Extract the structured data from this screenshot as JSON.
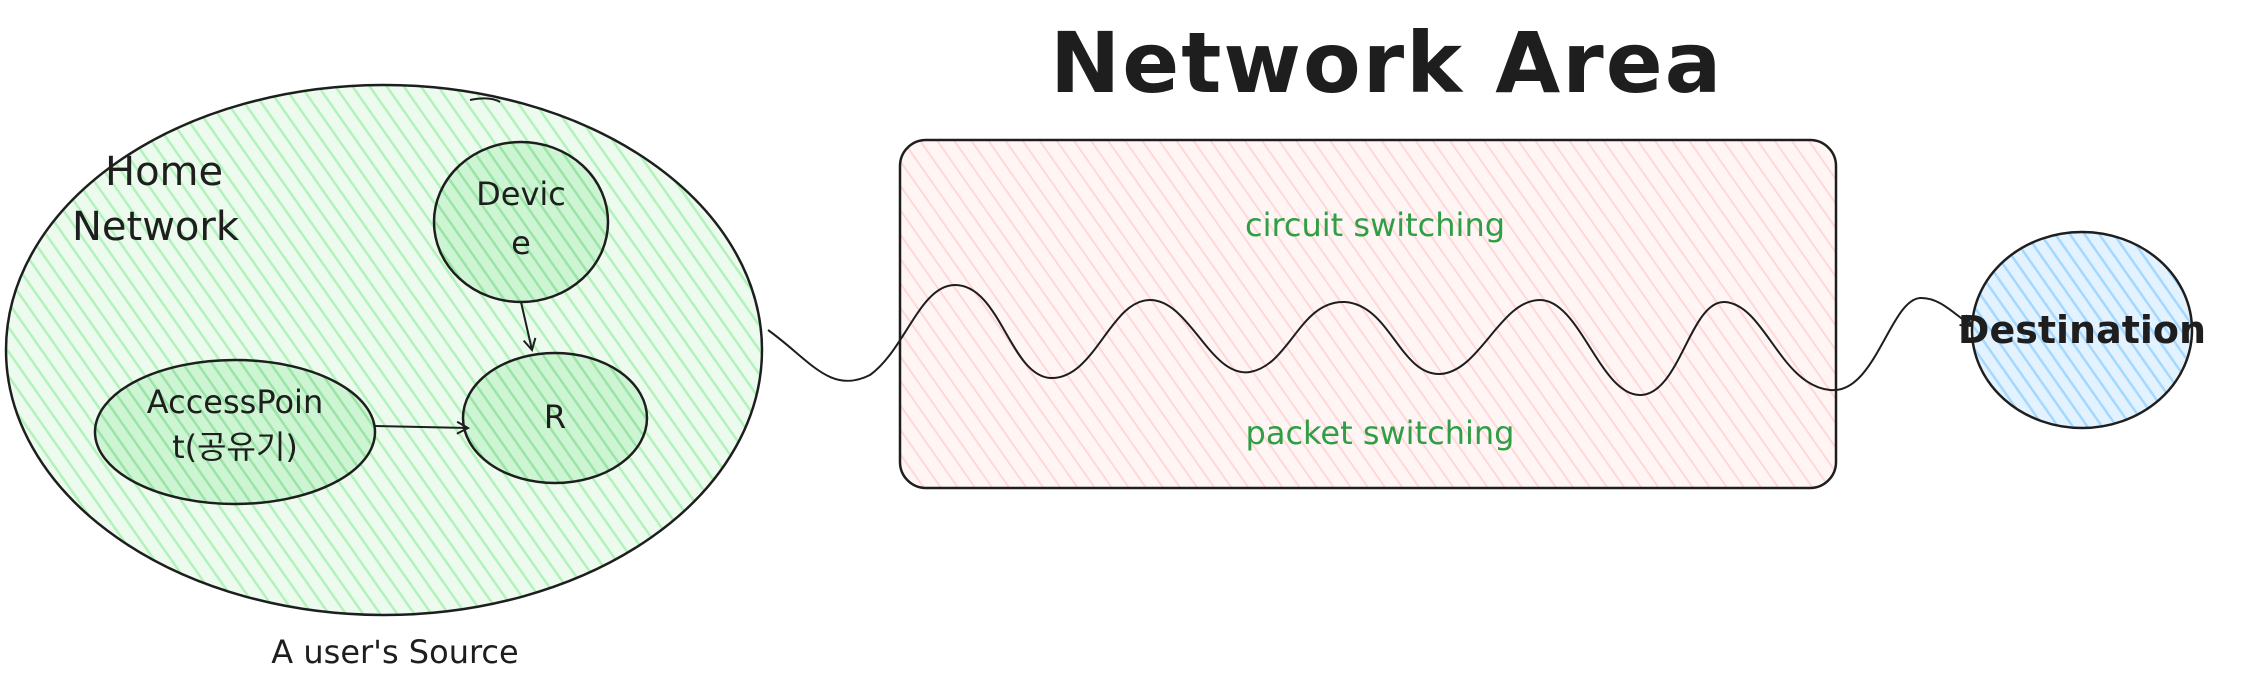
{
  "title": "Network Area",
  "home_network": {
    "label_line1": "Home",
    "label_line2": "Network",
    "caption": "A user's Source"
  },
  "device": {
    "line1": "Devic",
    "line2": "e"
  },
  "access_point": {
    "line1": "AccessPoin",
    "line2": "t(공유기)"
  },
  "router": {
    "label": "R"
  },
  "network_area": {
    "circuit_label": "circuit switching",
    "packet_label": "packet switching"
  },
  "destination": {
    "label": "Destination"
  },
  "colors": {
    "home_fill": "#b2f2bb",
    "node_fill": "#b2f2bb",
    "network_fill": "#ffc9c9",
    "destination_fill": "#a5d8ff",
    "stroke": "#1e1e1e",
    "green_text": "#2f9e44"
  }
}
